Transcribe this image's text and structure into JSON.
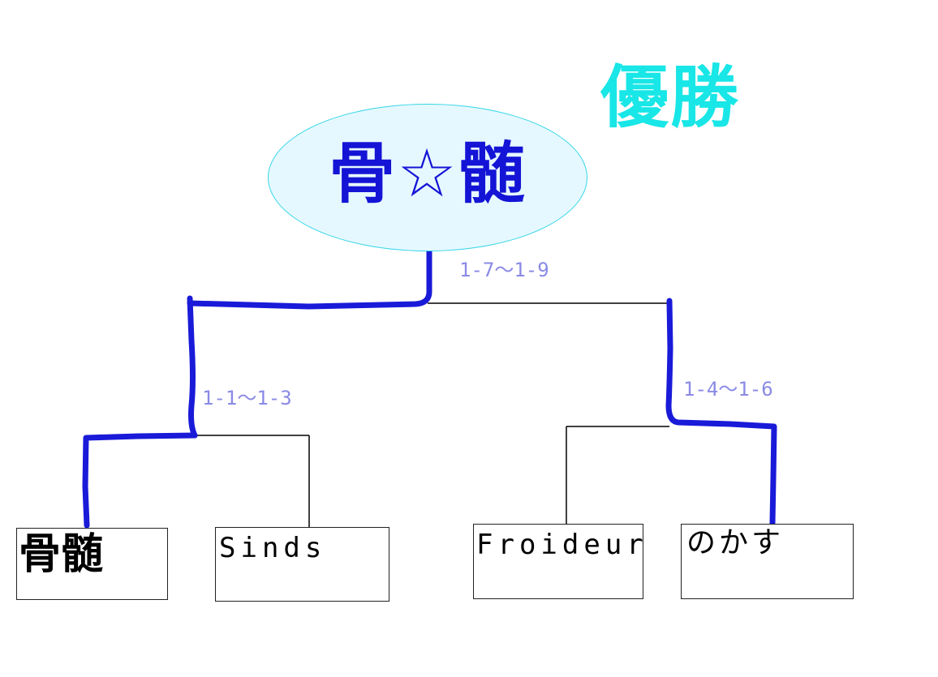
{
  "champion_label": "優勝",
  "winner": {
    "name": "骨☆髄"
  },
  "rounds": {
    "final": "1-7～1-9",
    "semifinal_left": "1-1～1-3",
    "semifinal_right": "1-4～1-6"
  },
  "teams": [
    {
      "name": "骨髄"
    },
    {
      "name": "Sinds"
    },
    {
      "name": "Froideur"
    },
    {
      "name": "のかす"
    }
  ],
  "colors": {
    "winning_path": "#1a1ad9",
    "bracket_line": "#000000",
    "champion_label": "#19e6e6",
    "round_label": "#8a8ae6",
    "winner_ellipse_fill": "#e6f8ff",
    "winner_ellipse_border": "#33d6e8"
  }
}
